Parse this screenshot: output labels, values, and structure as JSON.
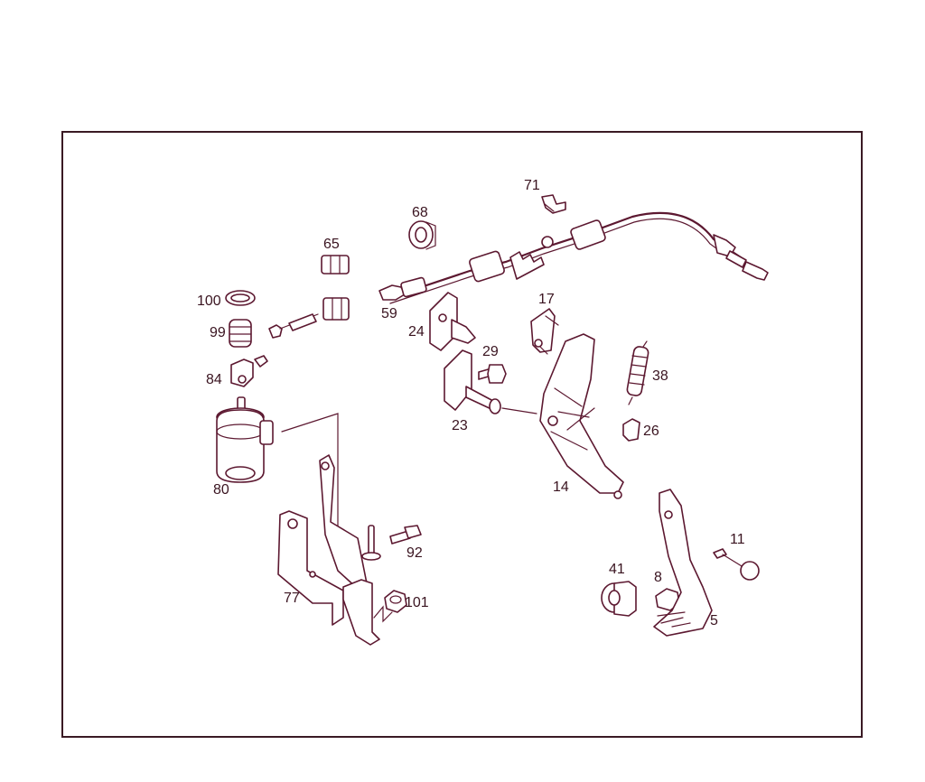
{
  "callouts": [
    "71",
    "68",
    "65",
    "100",
    "59",
    "17",
    "99",
    "24",
    "29",
    "84",
    "38",
    "23",
    "26",
    "80",
    "14",
    "11",
    "92",
    "41",
    "8",
    "77",
    "101",
    "5"
  ],
  "colors": {
    "ink": "#5c1830",
    "frame": "#3a1a24",
    "text": "#3a1420",
    "background": "#ffffff"
  }
}
